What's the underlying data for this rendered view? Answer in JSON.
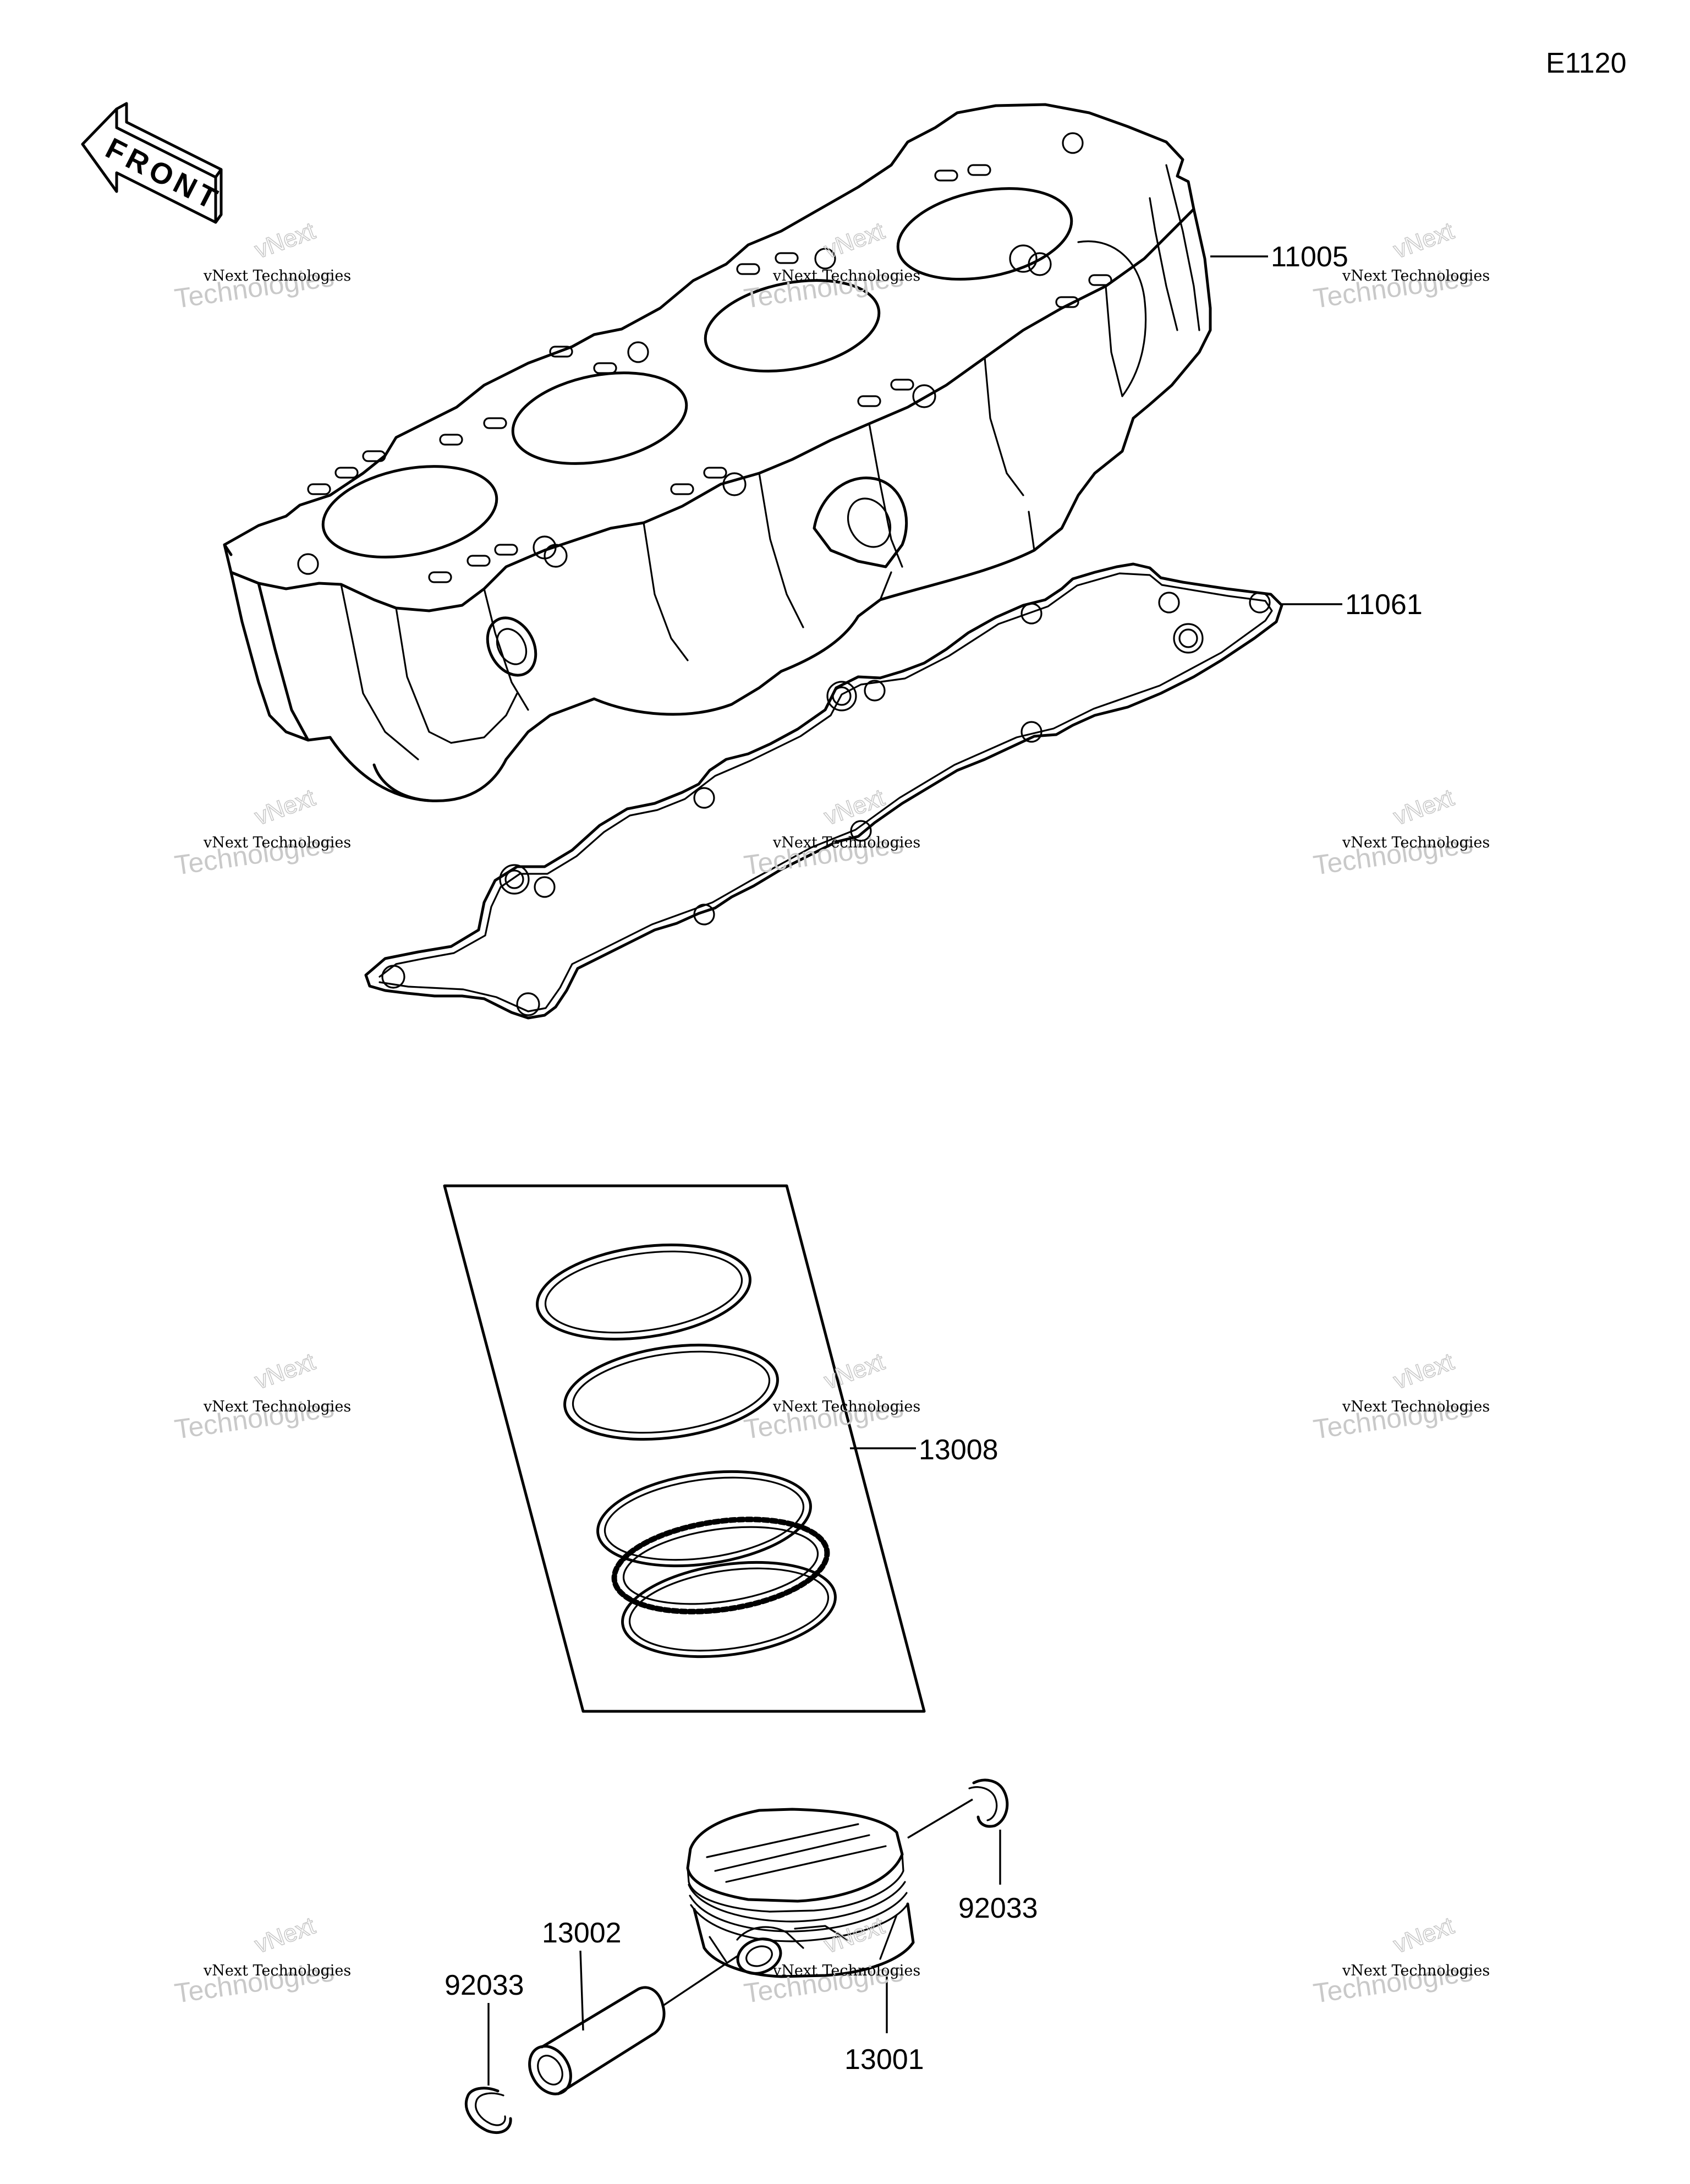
{
  "diagram_code": "E1120",
  "front_label": "FRONT",
  "parts": [
    {
      "id": "cylinder",
      "number": "11005"
    },
    {
      "id": "gasket",
      "number": "11061"
    },
    {
      "id": "piston-ring-set",
      "number": "13008"
    },
    {
      "id": "circlip-right",
      "number": "92033"
    },
    {
      "id": "piston-pin",
      "number": "13002"
    },
    {
      "id": "circlip-left",
      "number": "92033"
    },
    {
      "id": "piston",
      "number": "13001"
    }
  ],
  "watermark": {
    "line1": "vNext Technologies",
    "line2": "Technologies",
    "line3": "vNext"
  },
  "colors": {
    "line": "#000000",
    "watermark": "#c9c9c9",
    "background": "#ffffff"
  }
}
